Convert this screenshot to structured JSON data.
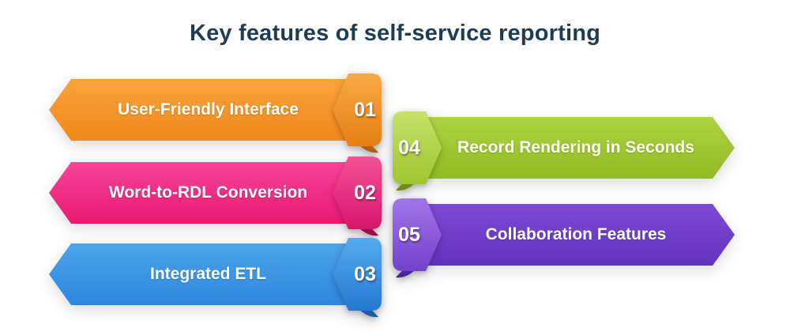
{
  "title": "Key features of self-service reporting",
  "colors": {
    "background": "#FFFFFF",
    "title_text": "#1E3D54",
    "banner_text": "#FFFFFF"
  },
  "features": [
    {
      "number": "01",
      "label": "User-Friendly Interface",
      "side": "left",
      "color_top": "#F9A33C",
      "color_bottom": "#F0881A",
      "badge_top": "#F8A848",
      "badge_bottom": "#E67F12",
      "fold": "#B95F08"
    },
    {
      "number": "02",
      "label": "Word-to-RDL Conversion",
      "side": "left",
      "color_top": "#F7439A",
      "color_bottom": "#E81A71",
      "badge_top": "#F25297",
      "badge_bottom": "#D8156B",
      "fold": "#9E0C4E"
    },
    {
      "number": "03",
      "label": "Integrated ETL",
      "side": "left",
      "color_top": "#4BA3E9",
      "color_bottom": "#2E87DE",
      "badge_top": "#55AAEC",
      "badge_bottom": "#2578D2",
      "fold": "#1B5FA8"
    },
    {
      "number": "04",
      "label": "Record Rendering in Seconds",
      "side": "right",
      "color_top": "#ADD242",
      "color_bottom": "#92BB22",
      "badge_top": "#C6E268",
      "badge_bottom": "#9DC530",
      "fold": "#6E8F14"
    },
    {
      "number": "05",
      "label": "Collaboration Features",
      "side": "right",
      "color_top": "#7D4AD4",
      "color_bottom": "#6233BE",
      "badge_top": "#A175E9",
      "badge_bottom": "#7440CC",
      "fold": "#4A2496"
    }
  ]
}
